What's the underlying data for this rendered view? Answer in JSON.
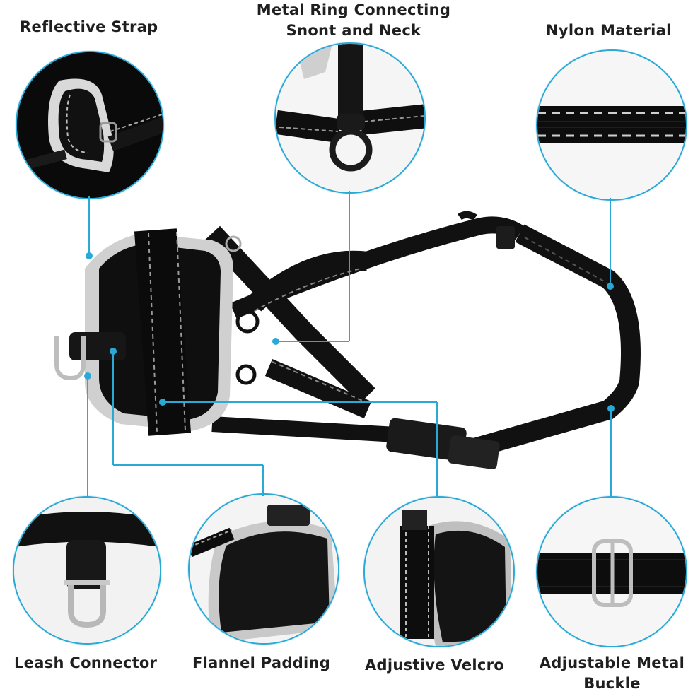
{
  "accent_color": "#2aa8d6",
  "features": {
    "reflective_strap": "Reflective Strap",
    "metal_ring_line1": "Metal Ring Connecting",
    "metal_ring_line2": "Snont and Neck",
    "nylon_material": "Nylon Material",
    "leash_connector": "Leash Connector",
    "flannel_padding": "Flannel Padding",
    "adjustive_velcro": "Adjustive Velcro",
    "adjustable_buckle_line1": "Adjustable Metal",
    "adjustable_buckle_line2": "Buckle"
  },
  "icons": [
    "muzzle-product-image",
    "reflective-strap-closeup",
    "metal-ring-closeup",
    "nylon-strap-closeup",
    "d-ring-closeup",
    "flannel-padding-closeup",
    "velcro-closeup",
    "metal-buckle-closeup"
  ]
}
